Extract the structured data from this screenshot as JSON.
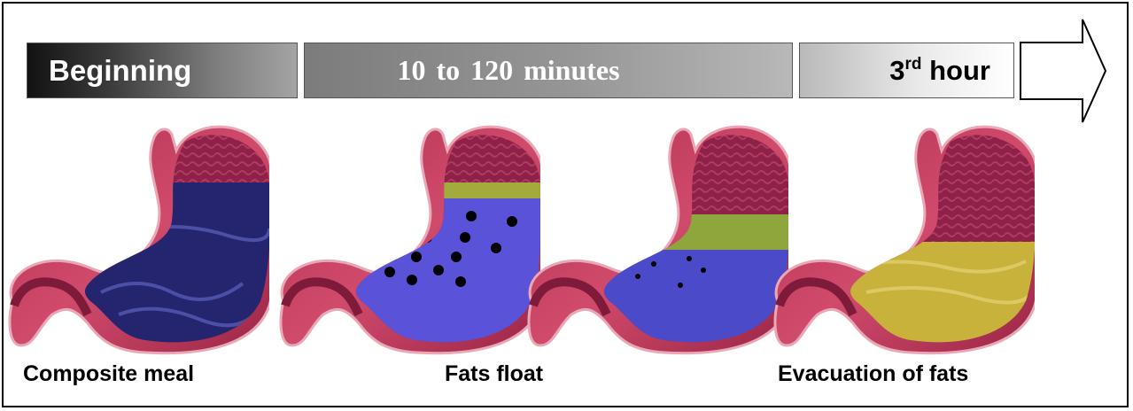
{
  "timeline": {
    "beginning": "Beginning",
    "middle": "10 to 120  minutes",
    "third_num": "3",
    "third_sup": "rd",
    "third_word": " hour"
  },
  "captions": {
    "composite_meal": "Composite meal",
    "fats_float": "Fats float",
    "evacuation": "Evacuation of fats"
  },
  "stages": [
    {
      "contents": [
        "mixed-meal"
      ],
      "color": "#2a2c7a"
    },
    {
      "contents": [
        "thin-fat-layer",
        "meal-with-particles"
      ],
      "colors": [
        "#9aa83a",
        "#5a52d8"
      ]
    },
    {
      "contents": [
        "thicker-fat-layer",
        "meal-with-fewer-particles"
      ],
      "colors": [
        "#8ea63c",
        "#4b4ac8"
      ]
    },
    {
      "contents": [
        "fat-only"
      ],
      "color": "#c9b23c"
    }
  ],
  "colors": {
    "stomach_wall": "#c03a5c",
    "stomach_inner": "#8e2148",
    "outline": "#e8a8b8"
  }
}
